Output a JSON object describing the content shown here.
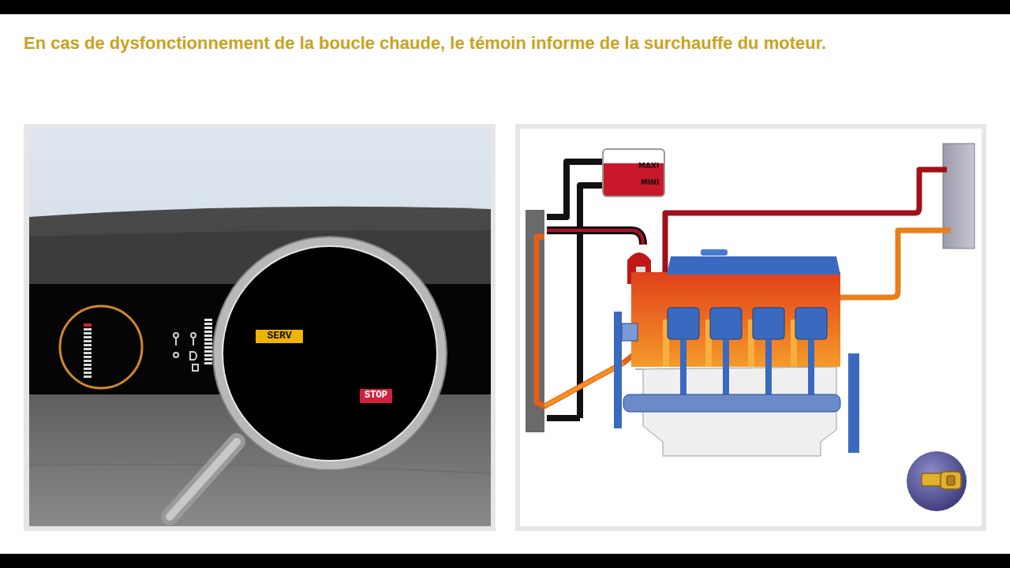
{
  "diagram": {
    "title": "En cas de dysfonctionnement de la boucle chaude, le témoin informe de la surchauffe du moteur.",
    "nodes": [
      {
        "text": [
          "SERV"
        ]
      },
      {
        "text": [
          "STOP"
        ]
      },
      {
        "text": [
          "MAXI",
          "MINI"
        ]
      }
    ]
  }
}
